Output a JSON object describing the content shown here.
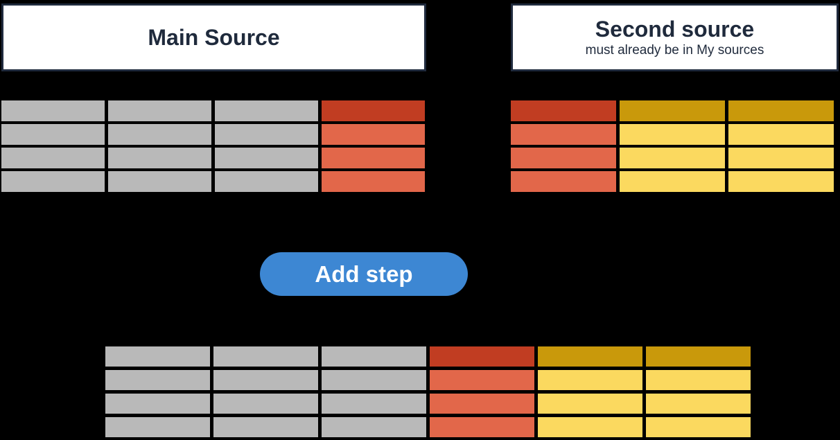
{
  "labels": {
    "main_source": "Main Source",
    "second_source": "Second source",
    "second_source_subtitle": "must already be in My sources",
    "add_step": "Add step"
  },
  "colors": {
    "background": "#000000",
    "panel_bg": "#ffffff",
    "panel_border": "#202b3e",
    "title_text": "#1f2a3c",
    "gray_cell": "#b9b9b9",
    "red_header": "#c13d22",
    "red_cell": "#e2674a",
    "gold_header": "#c9990b",
    "yellow_cell": "#fbd95f",
    "button_bg": "#3d87d3",
    "button_text": "#ffffff"
  },
  "tables": {
    "main": {
      "rows": 4,
      "columns": [
        "gray",
        "gray",
        "gray",
        "red"
      ]
    },
    "second": {
      "rows": 4,
      "columns": [
        "red",
        "yellow",
        "yellow"
      ]
    },
    "result": {
      "rows": 4,
      "columns": [
        "gray",
        "gray",
        "gray",
        "red",
        "yellow",
        "yellow"
      ]
    }
  }
}
